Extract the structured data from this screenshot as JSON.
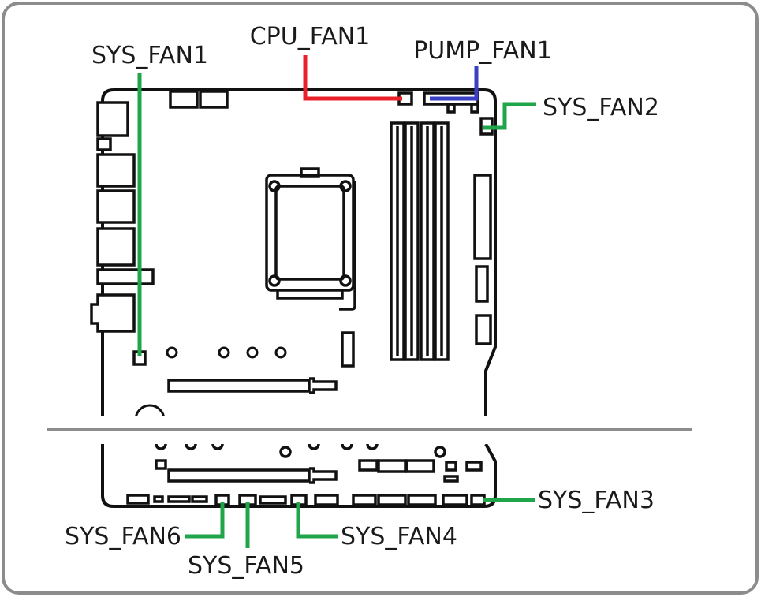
{
  "colors": {
    "frame": "#8c8c8c",
    "outline": "#111111",
    "cpu_fan": "#e8202a",
    "pump_fan": "#3a3fc4",
    "sys_fan": "#21a54a",
    "divider": "#8c8c8c"
  },
  "labels": {
    "cpu_fan1": "CPU_FAN1",
    "pump_fan1": "PUMP_FAN1",
    "sys_fan1": "SYS_FAN1",
    "sys_fan2": "SYS_FAN2",
    "sys_fan3": "SYS_FAN3",
    "sys_fan4": "SYS_FAN4",
    "sys_fan5": "SYS_FAN5",
    "sys_fan6": "SYS_FAN6"
  }
}
